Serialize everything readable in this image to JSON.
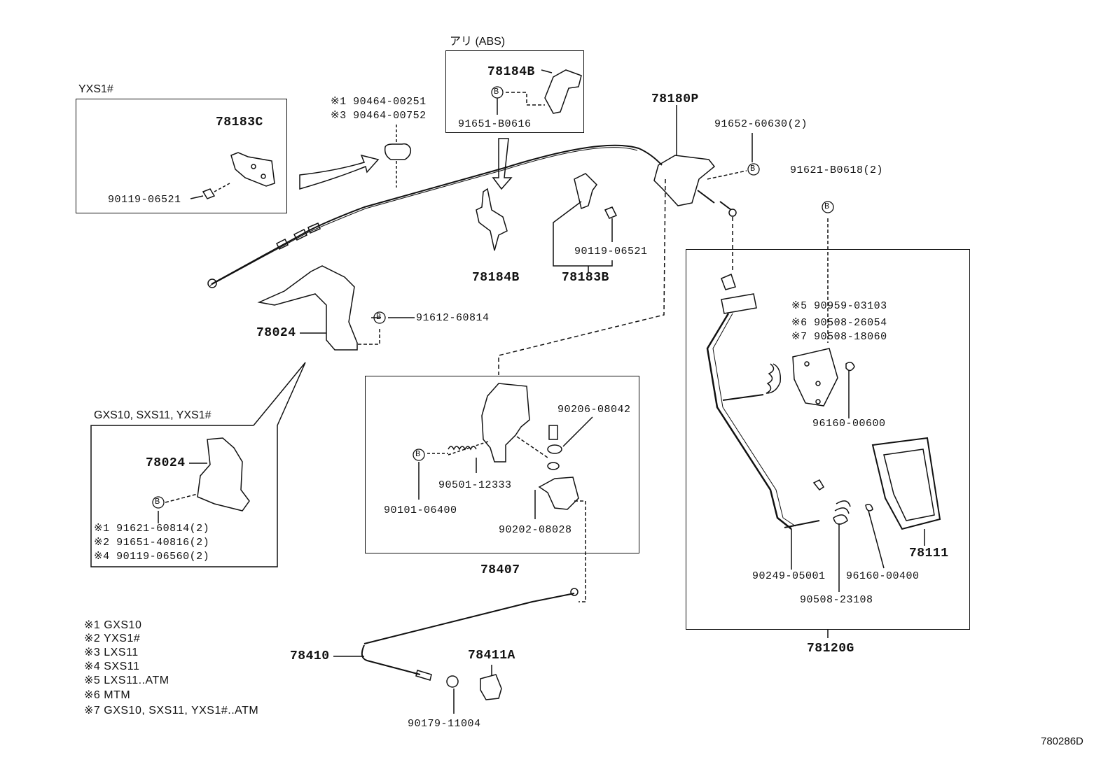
{
  "boxes": {
    "yxs1_title": "YXS1#",
    "abs_title": "アリ (ABS)",
    "gxs_title": "GXS10, SXS11, YXS1#"
  },
  "parts": {
    "p78183C": "78183C",
    "p90119_06521_a": "90119-06521",
    "p90464_00251": "※1 90464-00251",
    "p90464_00752": "※3 90464-00752",
    "p78184B_box": "78184B",
    "p91651_B0616": "91651-B0616",
    "p78180P": "78180P",
    "p91652_60630": "91652-60630(2)",
    "p91621_B0618": "91621-B0618(2)",
    "p78184B": "78184B",
    "p78183B": "78183B",
    "p90119_06521_b": "90119-06521",
    "p91612_60814": "91612-60814",
    "p78024": "78024",
    "p78024_box": "78024",
    "p91621_60814": "※1 91621-60814(2)",
    "p91651_40816": "※2 91651-40816(2)",
    "p90119_06560": "※4 90119-06560(2)",
    "p90206_08042": "90206-08042",
    "p90501_12333": "90501-12333",
    "p90101_06400": "90101-06400",
    "p90202_08028": "90202-08028",
    "p78407": "78407",
    "p90959_03103": "※5 90959-03103",
    "p90508_26054": "※6 90508-26054",
    "p90508_18060": "※7 90508-18060",
    "p96160_00600": "96160-00600",
    "p78111": "78111",
    "p90249_05001": "90249-05001",
    "p96160_00400": "96160-00400",
    "p90508_23108": "90508-23108",
    "p78120G": "78120G",
    "p78410": "78410",
    "p78411A": "78411A",
    "p90179_11004": "90179-11004"
  },
  "legend": [
    "※1 GXS10",
    "※2 YXS1#",
    "※3 LXS11",
    "※4 SXS11",
    "※5 LXS11..ATM",
    "※6 MTM",
    "※7 GXS10, SXS11, YXS1#..ATM"
  ],
  "b_marker": "B",
  "drawing_id": "780286D"
}
